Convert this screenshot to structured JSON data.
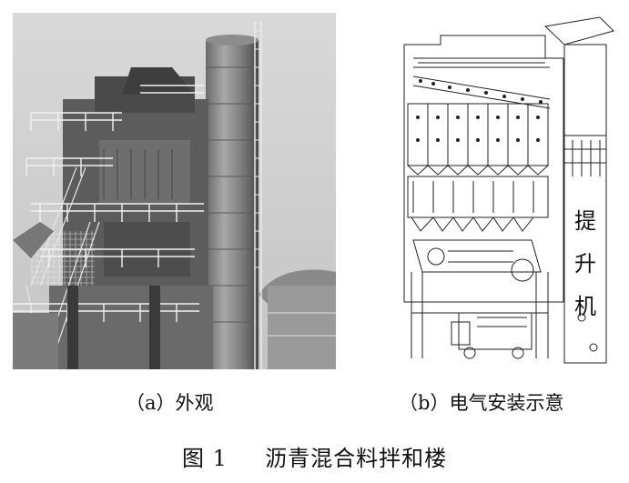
{
  "figure": {
    "panel_a_caption": "（a）外观",
    "panel_b_caption": "（b）电气安装示意",
    "figure_number": "图 1",
    "figure_title": "沥青混合料拌和楼"
  },
  "diagram": {
    "elevator_label_chars": [
      "提",
      "升",
      "机"
    ]
  }
}
